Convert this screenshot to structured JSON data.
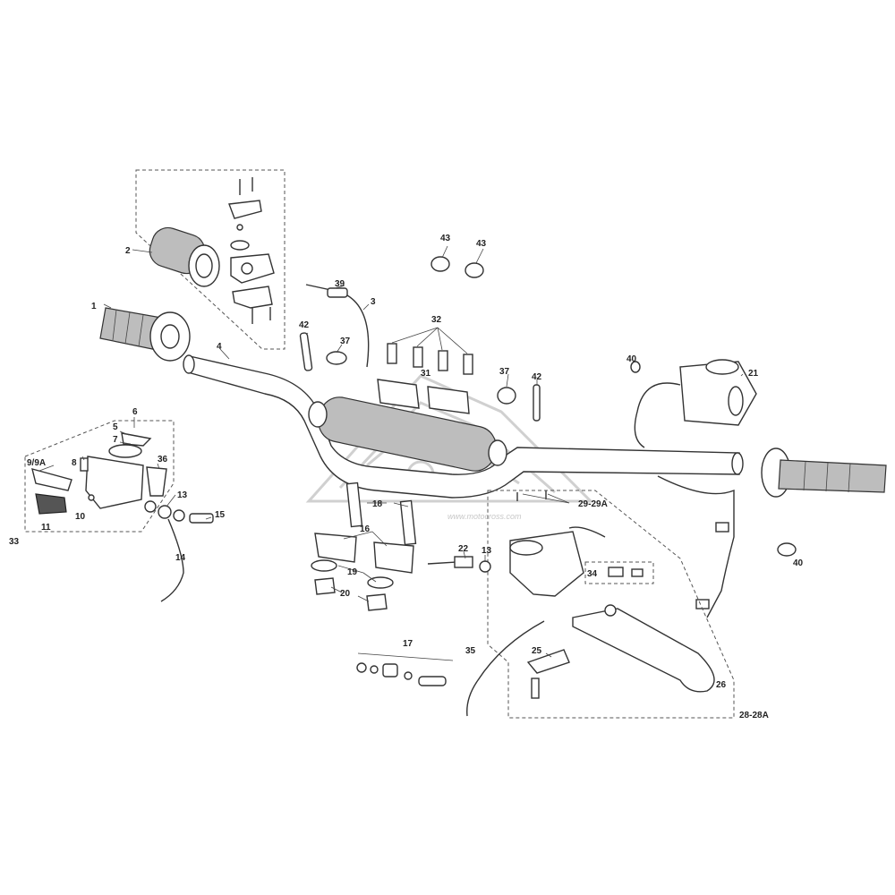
{
  "diagram": {
    "labels": {
      "p1": "1",
      "p2": "2",
      "p3": "3",
      "p4": "4",
      "p5": "5",
      "p6": "6",
      "p7": "7",
      "p8": "8",
      "p9": "9/9A",
      "p10": "10",
      "p11": "11",
      "p13a": "13",
      "p13b": "13",
      "p14": "14",
      "p15": "15",
      "p16": "16",
      "p17": "17",
      "p18": "18",
      "p19": "19",
      "p20": "20",
      "p21": "21",
      "p22": "22",
      "p25": "25",
      "p26": "26",
      "p28": "28-28A",
      "p29": "29-29A",
      "p31": "31",
      "p32": "32",
      "p33": "33",
      "p34": "34",
      "p35": "35",
      "p36": "36",
      "p37a": "37",
      "p37b": "37",
      "p39": "39",
      "p40a": "40",
      "p40b": "40",
      "p42a": "42",
      "p42b": "42",
      "p43a": "43",
      "p43b": "43"
    },
    "watermark": "www.motocross.com"
  }
}
